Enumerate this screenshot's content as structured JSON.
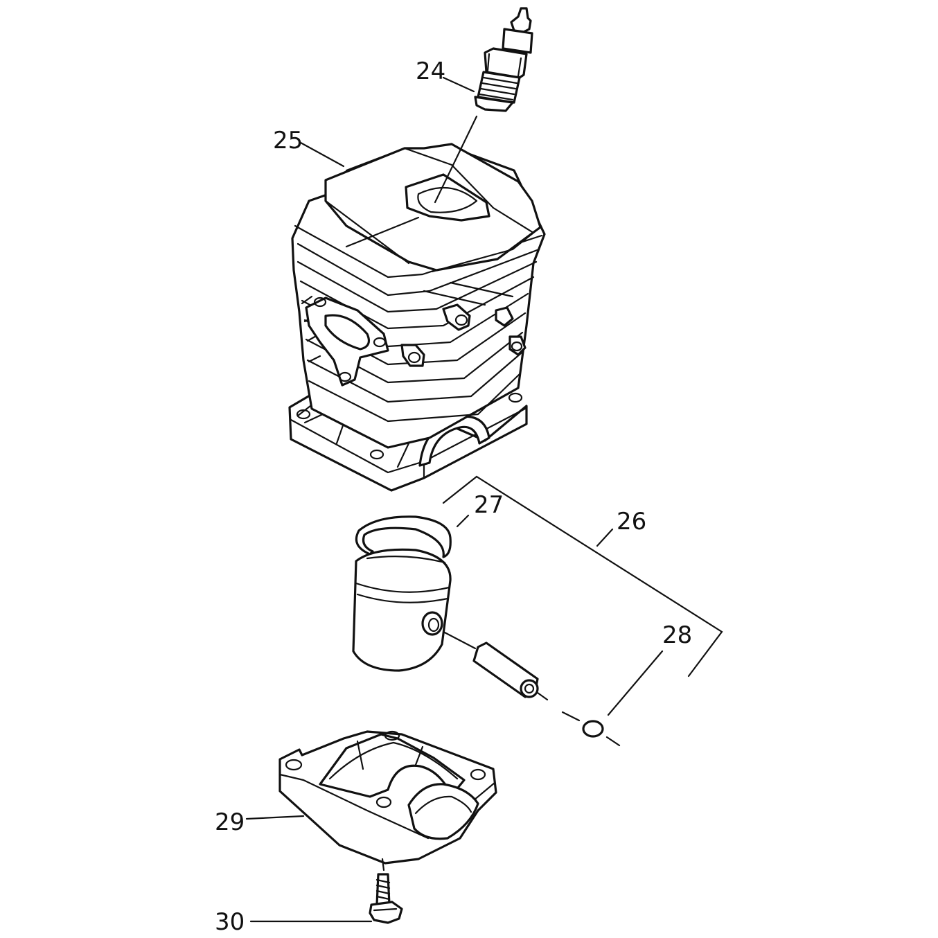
{
  "callouts": {
    "spark_plug": "24",
    "cylinder": "25",
    "piston_kit": "26",
    "piston_ring": "27",
    "circlip": "28",
    "crankcase": "29",
    "screw": "30"
  }
}
